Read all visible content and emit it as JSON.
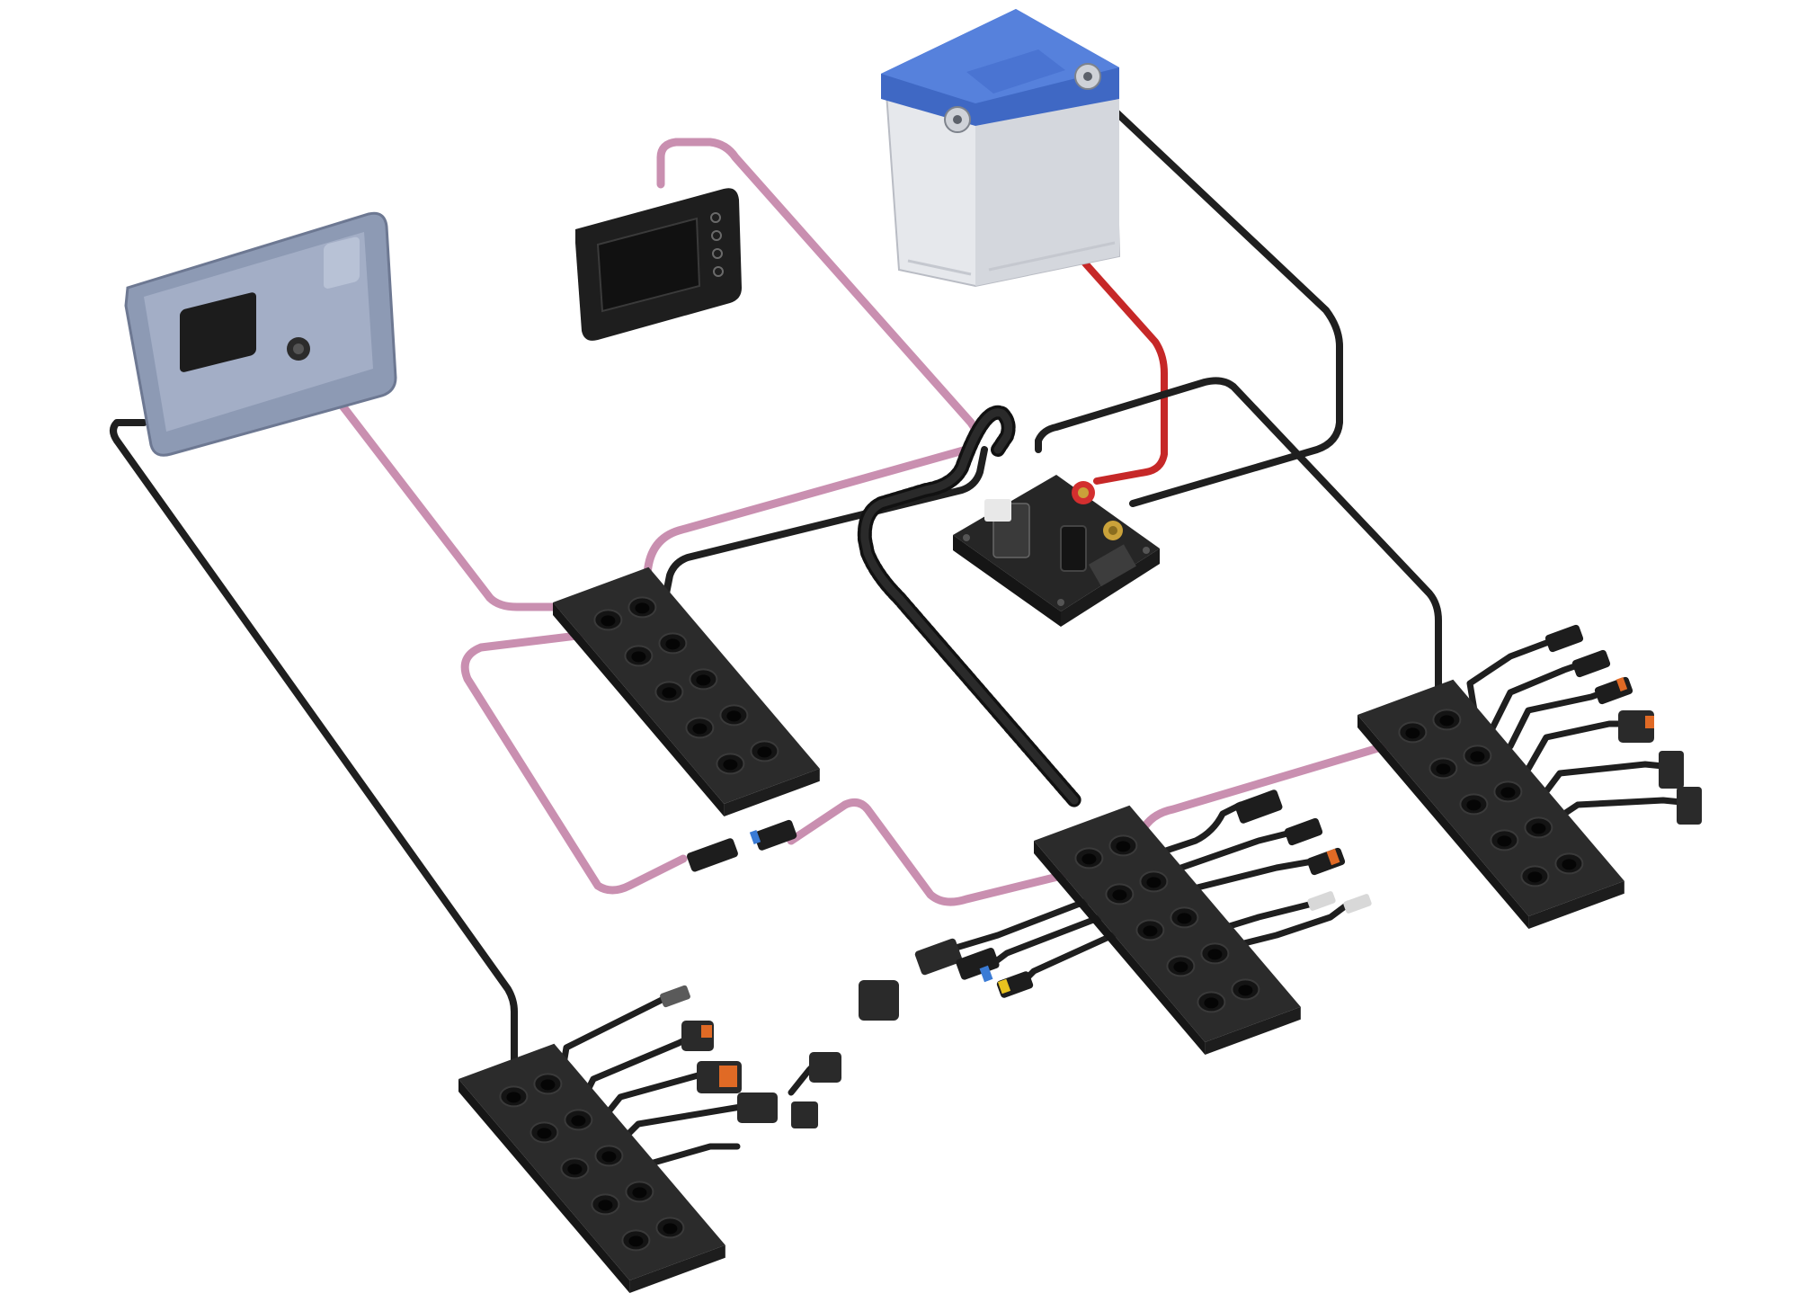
{
  "diagram": {
    "colors": {
      "background": "#ffffff",
      "wire_black": "#1f1f1f",
      "wire_pink": "#c98fb0",
      "wire_red": "#c62828",
      "hub_body": "#2b2b2b",
      "hub_port": "#141414",
      "display_housing": "#8d9ab4",
      "display_face": "#a3aec6",
      "battery_case": "#e6e8ec",
      "battery_lid": "#3f68c4",
      "battery_lid_top": "#5681dc",
      "panel_body": "#262626",
      "terminal_red": "#d32f2f",
      "terminal_gold": "#caa23a",
      "connector_orange": "#e06a25",
      "connector_blue": "#3a7bd5",
      "connector_yellow": "#e8c21f"
    },
    "components": [
      {
        "id": "display-unit",
        "kind": "multifunction display",
        "icon": "display-icon"
      },
      {
        "id": "keypad",
        "kind": "control keypad",
        "icon": "keypad-icon"
      },
      {
        "id": "battery",
        "kind": "battery",
        "icon": "battery-icon"
      },
      {
        "id": "power-module",
        "kind": "power distribution module",
        "icon": "power-module-icon"
      },
      {
        "id": "hub-top",
        "kind": "connector hub",
        "icon": "hub-icon"
      },
      {
        "id": "hub-center",
        "kind": "connector hub",
        "icon": "hub-icon"
      },
      {
        "id": "hub-right",
        "kind": "connector hub",
        "icon": "hub-icon"
      },
      {
        "id": "hub-bottom-left",
        "kind": "connector hub",
        "icon": "hub-icon"
      }
    ],
    "cables": [
      {
        "from": "battery",
        "to": "power-module",
        "color": "red"
      },
      {
        "from": "battery",
        "to": "power-module",
        "color": "black"
      },
      {
        "from": "keypad",
        "to": "hub-top",
        "color": "pink"
      },
      {
        "from": "display-unit",
        "to": "hub-top",
        "color": "pink"
      },
      {
        "from": "display-unit",
        "to": "hub-bottom-left",
        "color": "black"
      },
      {
        "from": "hub-top",
        "to": "hub-center",
        "color": "pink"
      },
      {
        "from": "hub-center",
        "to": "hub-right",
        "color": "pink"
      },
      {
        "from": "power-module",
        "to": "hub-center",
        "color": "black"
      },
      {
        "from": "power-module",
        "to": "hub-right",
        "color": "black"
      },
      {
        "from": "hub-top",
        "to": "power-module",
        "color": "black"
      }
    ]
  }
}
